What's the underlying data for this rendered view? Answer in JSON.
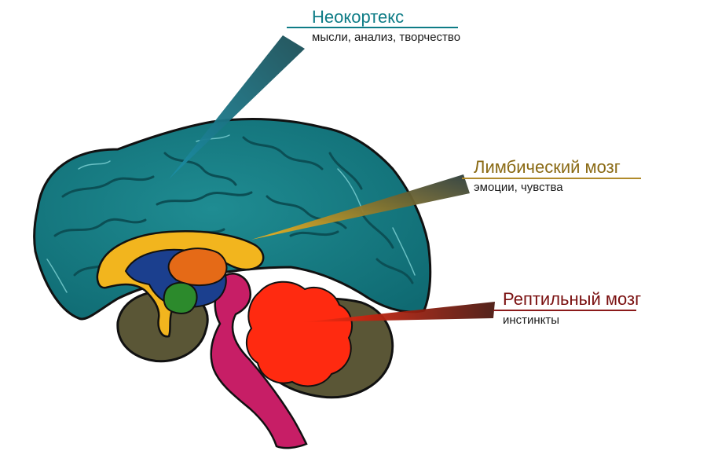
{
  "colors": {
    "neocortex": "#0e7c86",
    "neocortex_fill": "#167f85",
    "limbic": "#8a6a14",
    "limbic_fill": "#f2b51e",
    "reptilian": "#7a1010",
    "reptilian_fill": "#ff2a10",
    "cerebellum": "#5a5636",
    "brainstem": "#c71e66",
    "thalamus": "#1b3f8e",
    "amygdala": "#2c8a2c",
    "hypothalamus": "#e56a17"
  },
  "labels": {
    "neocortex": {
      "title": "Неокортекс",
      "subtitle": "мысли, анализ, творчество"
    },
    "limbic": {
      "title": "Лимбический мозг",
      "subtitle": "эмоции, чувства"
    },
    "reptilian": {
      "title": "Рептильный мозг",
      "subtitle": "инстинкты"
    }
  }
}
